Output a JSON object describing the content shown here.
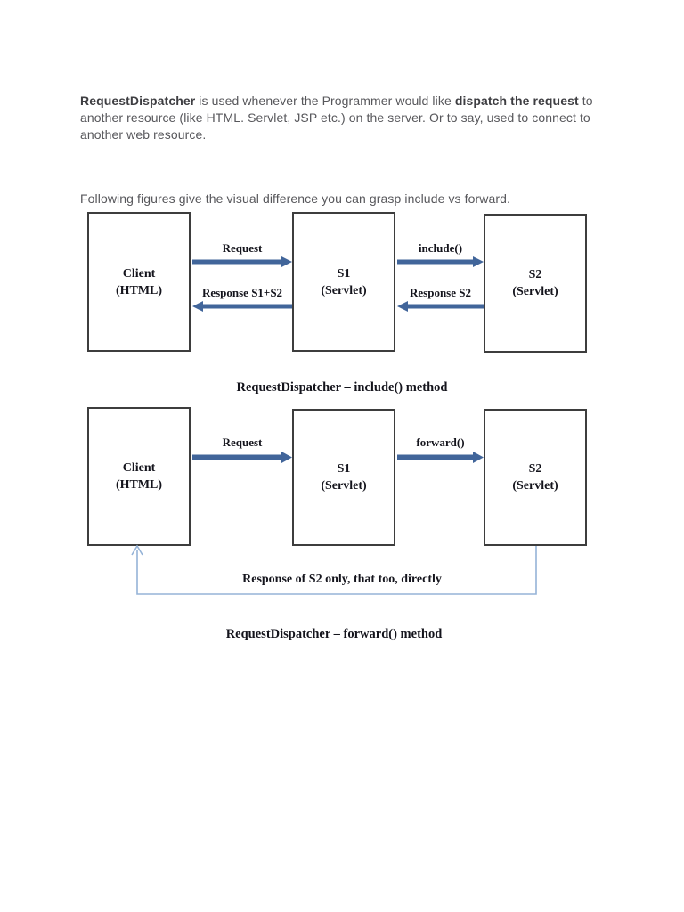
{
  "intro": {
    "segments": [
      {
        "text": "RequestDispatcher",
        "bold": true
      },
      {
        "text": " is used whenever the Programmer would like ",
        "bold": false
      },
      {
        "text": "dispatch the request",
        "bold": true
      },
      {
        "text": " to another resource (like HTML. Servlet, JSP etc.) on the server. Or to say, used to connect to another web resource.",
        "bold": false
      }
    ]
  },
  "lead": {
    "text": "Following figures give the visual difference you can grasp include vs forward."
  },
  "colors": {
    "arrow": "#41659a",
    "feedback_line": "#95b3d7",
    "box_border": "#3d3d3d",
    "diagram_text": "#14141c",
    "body_text": "#57575b"
  },
  "diagram_include": {
    "boxes": {
      "client": {
        "line1": "Client",
        "line2": "(HTML)"
      },
      "s1": {
        "line1": "S1",
        "line2": "(Servlet)"
      },
      "s2": {
        "line1": "S2",
        "line2": "(Servlet)"
      }
    },
    "arrows": {
      "request": {
        "label": "Request",
        "direction": "right"
      },
      "response_s1s2": {
        "label": "Response S1+S2",
        "direction": "left"
      },
      "include": {
        "label": "include()",
        "direction": "right"
      },
      "response_s2": {
        "label": "Response S2",
        "direction": "left"
      }
    },
    "caption": "RequestDispatcher – include() method"
  },
  "diagram_forward": {
    "boxes": {
      "client": {
        "line1": "Client",
        "line2": "(HTML)"
      },
      "s1": {
        "line1": "S1",
        "line2": "(Servlet)"
      },
      "s2": {
        "line1": "S2",
        "line2": "(Servlet)"
      }
    },
    "arrows": {
      "request": {
        "label": "Request",
        "direction": "right"
      },
      "forward": {
        "label": "forward()",
        "direction": "right"
      }
    },
    "response_note": "Response of S2 only, that too, directly",
    "caption": "RequestDispatcher – forward() method"
  }
}
